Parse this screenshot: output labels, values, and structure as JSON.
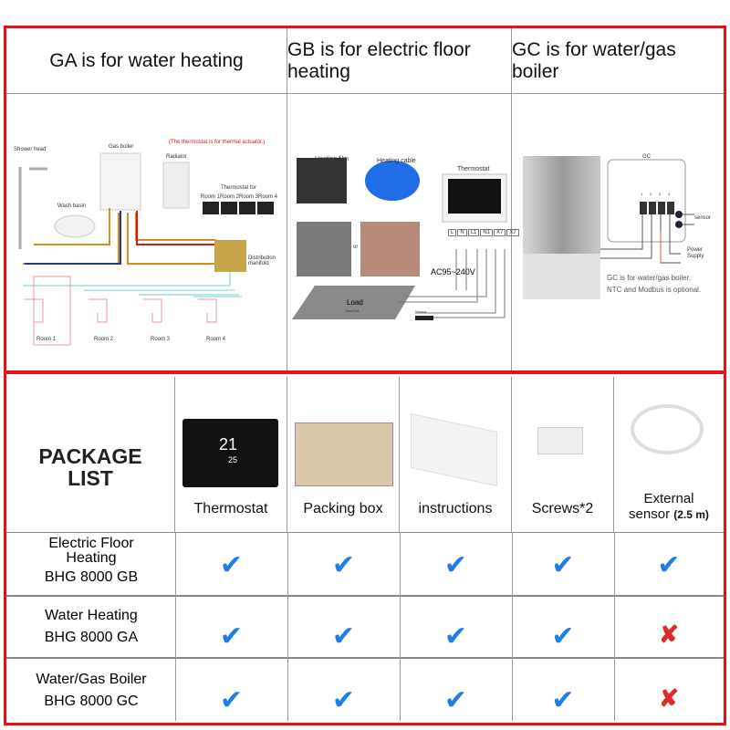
{
  "headers": [
    "GA is for water heating",
    "GB is for electric floor heating",
    "GC is for water/gas boiler"
  ],
  "ga": {
    "note": "(The thermostat is for thermal actuator.)",
    "shower": "Shower head",
    "basin": "Wash basin",
    "boiler": "Gas boiler",
    "radiator": "Radiator",
    "thermostat_for": "Thermostat for",
    "therm_rooms": [
      "Room 1",
      "Room 2",
      "Room 3",
      "Room 4"
    ],
    "manifold": "Distribution manifold",
    "rooms": [
      "Room 1",
      "Room 2",
      "Room 3",
      "Room 4"
    ]
  },
  "gb": {
    "film": "Heating film",
    "cable": "Heating cable",
    "thermostat": "Thermostat",
    "or": "or",
    "terminals": [
      "L",
      "N",
      "L1",
      "N1",
      "X7",
      "X7"
    ],
    "voltage": "AC95~240V",
    "load": "Load",
    "load_sub": "Max16A",
    "sensor": "Sensor"
  },
  "gc": {
    "title": "GC",
    "sensor": "sensor",
    "power": "Power",
    "supply": "Supply",
    "terminals": [
      "1",
      "2",
      "3",
      "4"
    ],
    "note1": "GC is for water/gas boiler.",
    "note2": "NTC and Modbus is optional."
  },
  "package": {
    "title1": "PACKAGE",
    "title2": "LIST",
    "items": [
      "Thermostat",
      "Packing box",
      "instructions",
      "Screws*2",
      "External"
    ],
    "sensor_line": "sensor",
    "sensor_len": "(2.5 m)",
    "screen_temp": "21",
    "screen_set": "25"
  },
  "rows": [
    {
      "line1": "Electric Floor Heating",
      "line2": "BHG 8000 GB",
      "marks": [
        "check",
        "check",
        "check",
        "check",
        "check"
      ]
    },
    {
      "line1": "Water Heating",
      "line2": "BHG 8000 GA",
      "marks": [
        "check",
        "check",
        "check",
        "check",
        "cross"
      ]
    },
    {
      "line1": "Water/Gas Boiler",
      "line2": "BHG 8000 GC",
      "marks": [
        "check",
        "check",
        "check",
        "check",
        "cross"
      ]
    }
  ],
  "symbols": {
    "check": "✔",
    "cross": "✘"
  },
  "colors": {
    "border": "#e4121a",
    "check": "#1e7de8",
    "cross": "#e02a2a"
  }
}
